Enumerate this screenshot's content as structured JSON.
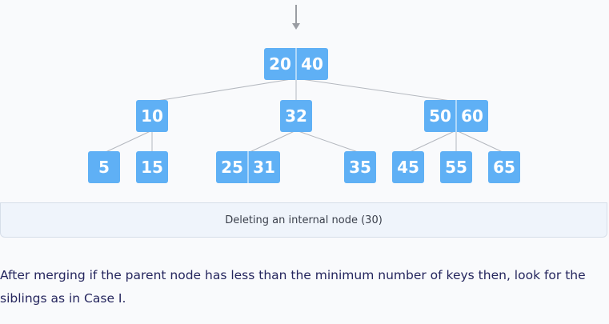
{
  "diagram": {
    "nodes": [
      {
        "id": "root",
        "keys": [
          "20",
          "40"
        ]
      },
      {
        "id": "n10",
        "keys": [
          "10"
        ]
      },
      {
        "id": "n32",
        "keys": [
          "32"
        ]
      },
      {
        "id": "n5060",
        "keys": [
          "50",
          "60"
        ]
      },
      {
        "id": "l5",
        "keys": [
          "5"
        ]
      },
      {
        "id": "l15",
        "keys": [
          "15"
        ]
      },
      {
        "id": "l2531",
        "keys": [
          "25",
          "31"
        ]
      },
      {
        "id": "l35",
        "keys": [
          "35"
        ]
      },
      {
        "id": "l45",
        "keys": [
          "45"
        ]
      },
      {
        "id": "l55",
        "keys": [
          "55"
        ]
      },
      {
        "id": "l65",
        "keys": [
          "65"
        ]
      }
    ],
    "edges": [
      [
        "root",
        "n10"
      ],
      [
        "root",
        "n32"
      ],
      [
        "root",
        "n5060"
      ],
      [
        "n10",
        "l5"
      ],
      [
        "n10",
        "l15"
      ],
      [
        "n32",
        "l2531"
      ],
      [
        "n32",
        "l35"
      ],
      [
        "n5060",
        "l45"
      ],
      [
        "n5060",
        "l55"
      ],
      [
        "n5060",
        "l65"
      ]
    ],
    "colors": {
      "node_fill": "#5fb0f5",
      "node_divider": "#ffffff",
      "edge": "#b4b8bf",
      "arrow": "#9a9da3"
    }
  },
  "caption": "Deleting an internal node (30)",
  "paragraph": "After merging if the parent node has less than the minimum number of keys then, look for the siblings as in Case I."
}
